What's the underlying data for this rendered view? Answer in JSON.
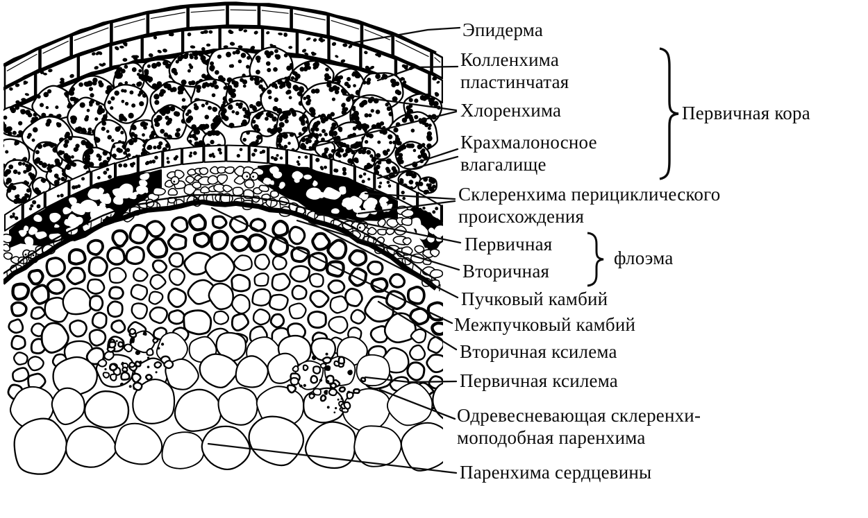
{
  "figure": {
    "description": "Поперечный срез стебля — анатомическая схема тканей с обозначениями",
    "labels": {
      "epidermis": "Эпидерма",
      "collenchyma_l1": "Колленхима",
      "collenchyma_l2": "пластинчатая",
      "chlorenchyma": "Хлоренхима",
      "starch_l1": "Крахмалоносное",
      "starch_l2": "влагалище",
      "primary_cortex": "Первичная кора",
      "sclerenchyma_l1": "Склеренхима перициклического",
      "sclerenchyma_l2": "происхождения",
      "phloem_primary": "Первичная",
      "phloem_secondary": "Вторичная",
      "phloem": "флоэма",
      "fascicular_cambium": "Пучковый камбий",
      "interfascicular_cambium": "Межпучковый камбий",
      "secondary_xylem": "Вторичная ксилема",
      "primary_xylem": "Первичная ксилема",
      "lignifying_l1": "Одревесневающая склеренхи-",
      "lignifying_l2": "моподобная паренхима",
      "pith": "Паренхима сердцевины"
    },
    "ink_color": "#0c0c0c",
    "background_color": "#ffffff"
  }
}
